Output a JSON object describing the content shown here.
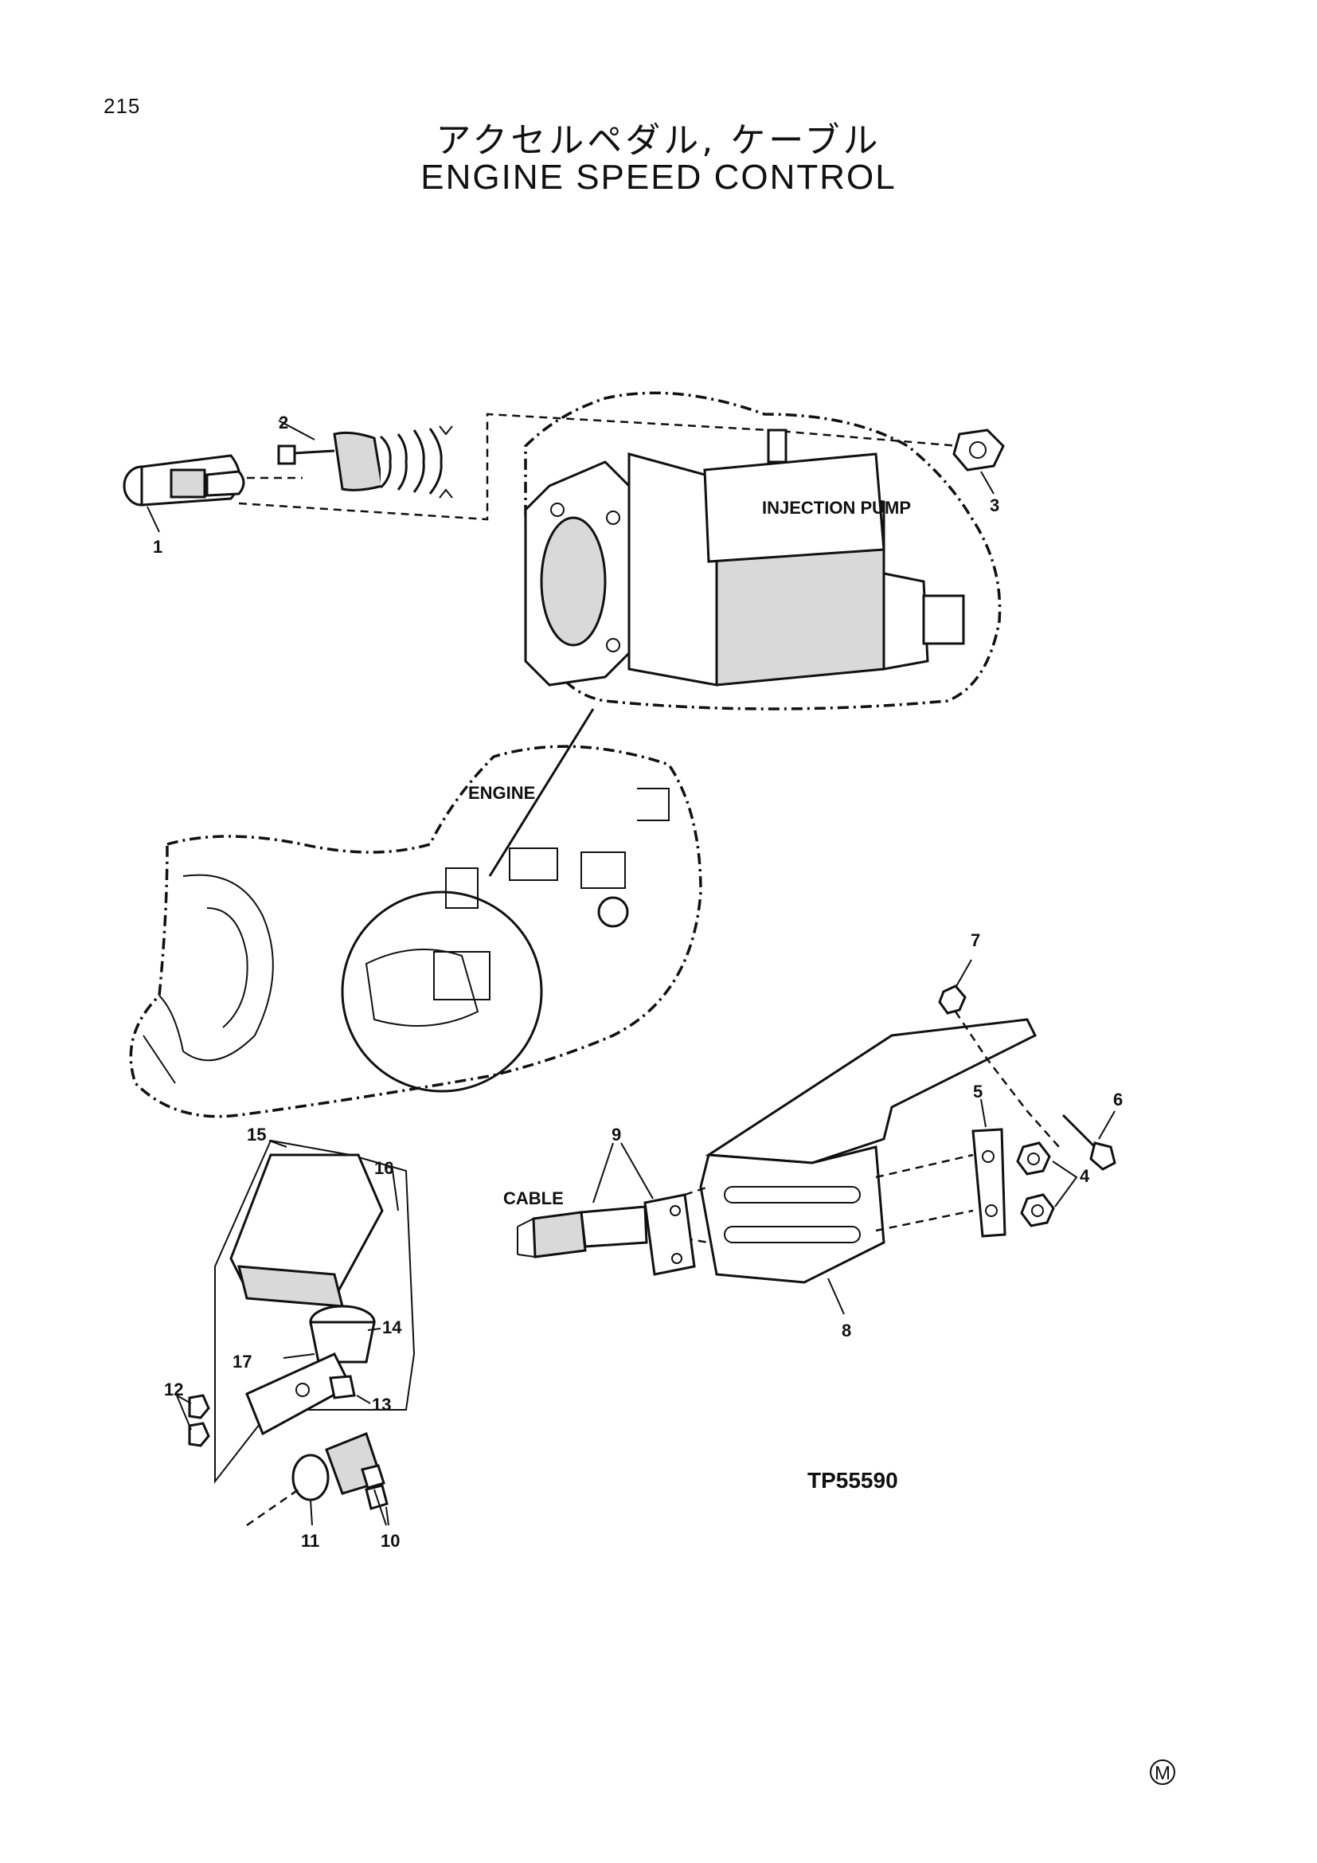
{
  "page": {
    "number": "215",
    "title_jp": "アクセルペダル, ケーブル",
    "title_en": "ENGINE SPEED CONTROL"
  },
  "diagram": {
    "labels": {
      "injection_pump": "INJECTION PUMP",
      "engine": "ENGINE",
      "cable": "CABLE"
    },
    "callouts": [
      "1",
      "2",
      "3",
      "4",
      "5",
      "6",
      "7",
      "8",
      "9",
      "10",
      "11",
      "12",
      "13",
      "14",
      "15",
      "16",
      "17"
    ],
    "figure_code": "TP55590",
    "corner_mark": "M"
  }
}
